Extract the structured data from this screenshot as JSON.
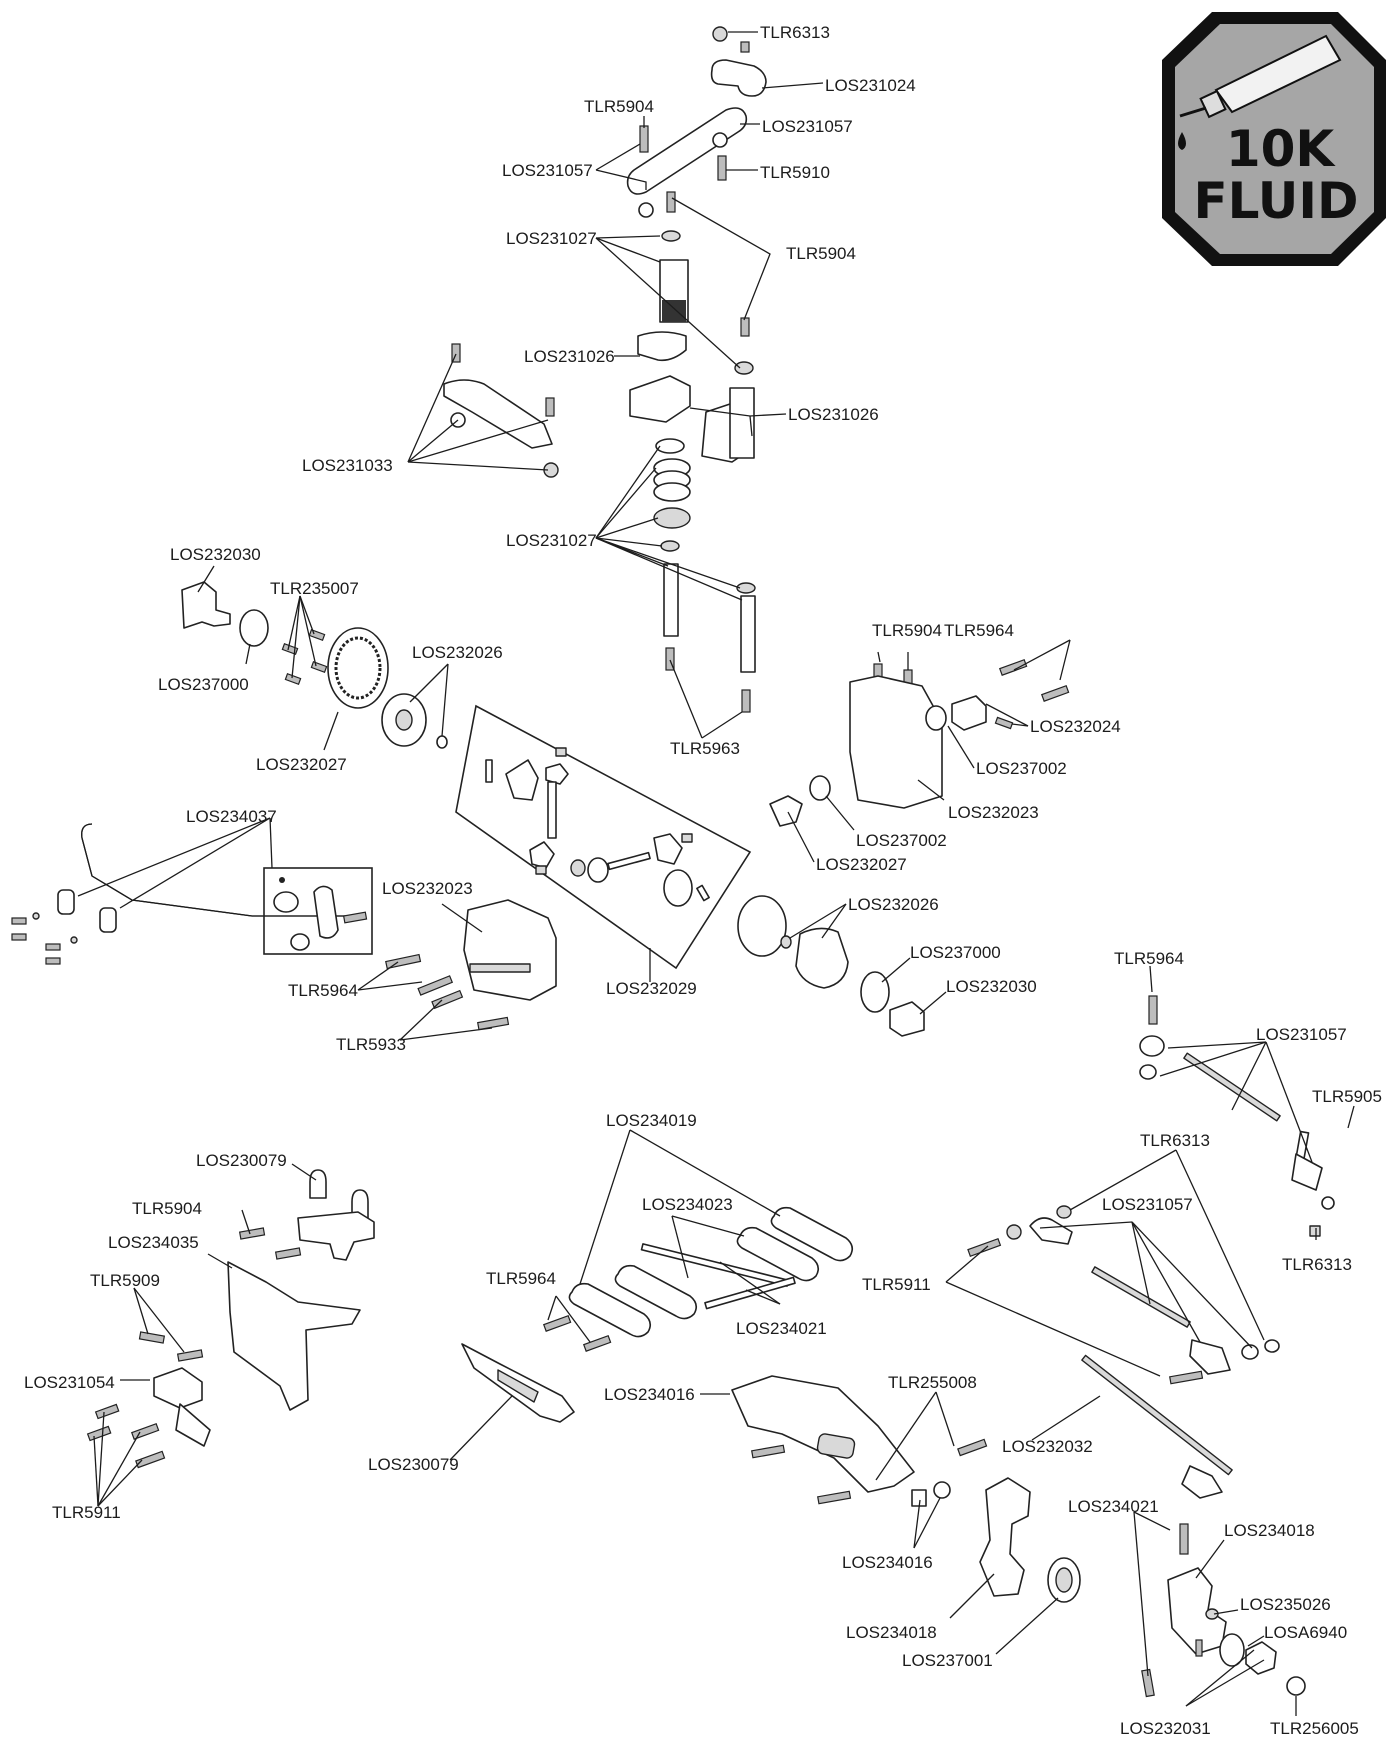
{
  "badge": {
    "line1": "10K",
    "line2": "FLUID",
    "fill_color": "#a6a6a6",
    "border_color": "#111111",
    "icon": "fluid-tube-icon"
  },
  "labels": {
    "tlr6313_a": "TLR6313",
    "los231024": "LOS231024",
    "tlr5904_a": "TLR5904",
    "los231057_a": "LOS231057",
    "los231057_b": "LOS231057",
    "tlr5910": "TLR5910",
    "los231027_a": "LOS231027",
    "tlr5904_b": "TLR5904",
    "los231026_a": "LOS231026",
    "los231026_b": "LOS231026",
    "los231033": "LOS231033",
    "los231027_b": "LOS231027",
    "los232030_a": "LOS232030",
    "tlr235007": "TLR235007",
    "los237000_a": "LOS237000",
    "los232026_a": "LOS232026",
    "los232027_a": "LOS232027",
    "tlr5963": "TLR5963",
    "tlr5904_c": "TLR5904",
    "tlr5964_a": "TLR5964",
    "los232024": "LOS232024",
    "los237002_a": "LOS237002",
    "los232023_a": "LOS232023",
    "los237002_b": "LOS237002",
    "los232027_b": "LOS232027",
    "los234037": "LOS234037",
    "los232023_b": "LOS232023",
    "los232026_b": "LOS232026",
    "los237000_b": "LOS237000",
    "los232030_b": "LOS232030",
    "tlr5964_b": "TLR5964",
    "los232029": "LOS232029",
    "tlr5933": "TLR5933",
    "tlr5964_c": "TLR5964",
    "los231057_c": "LOS231057",
    "tlr5905": "TLR5905",
    "tlr6313_b": "TLR6313",
    "los231057_d": "LOS231057",
    "tlr6313_c": "TLR6313",
    "tlr5911_a": "TLR5911",
    "los234019": "LOS234019",
    "los234023": "LOS234023",
    "los234021_a": "LOS234021",
    "tlr5964_d": "TLR5964",
    "los230079_a": "LOS230079",
    "tlr5904_d": "TLR5904",
    "los234035": "LOS234035",
    "tlr5909": "TLR5909",
    "los231054": "LOS231054",
    "tlr5911_b": "TLR5911",
    "los230079_b": "LOS230079",
    "los234016_a": "LOS234016",
    "tlr255008": "TLR255008",
    "los232032": "LOS232032",
    "los234016_b": "LOS234016",
    "los234021_b": "LOS234021",
    "los234018_a": "LOS234018",
    "los235026": "LOS235026",
    "losa6940": "LOSA6940",
    "los234018_b": "LOS234018",
    "los237001": "LOS237001",
    "los232031": "LOS232031",
    "tlr256005": "TLR256005"
  }
}
